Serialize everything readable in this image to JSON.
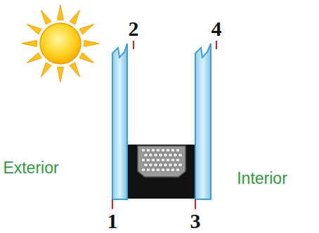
{
  "diagram": {
    "labels": [
      "2",
      "4",
      "Exterior",
      "Interior",
      "1",
      "3"
    ]
  }
}
